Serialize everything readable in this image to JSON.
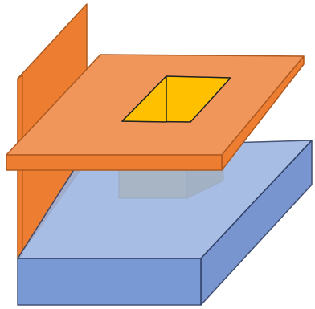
{
  "diagram": {
    "colors": {
      "orange_fill": "#ED7D31",
      "orange_top": "#F0965A",
      "orange_stroke": "#AE5A21",
      "blue_front": "#6B8FD0",
      "blue_top": "#9BB4E0",
      "blue_side": "#6E8DCB",
      "blue_stroke": "#2F3F66",
      "yellow_fill": "#FFC000",
      "yellow_stroke": "#B08000",
      "dark_stroke": "#222222"
    },
    "components": [
      "vertical-orange-plate",
      "horizontal-orange-plate",
      "square-opening",
      "yellow-block",
      "blue-base-slab"
    ]
  }
}
